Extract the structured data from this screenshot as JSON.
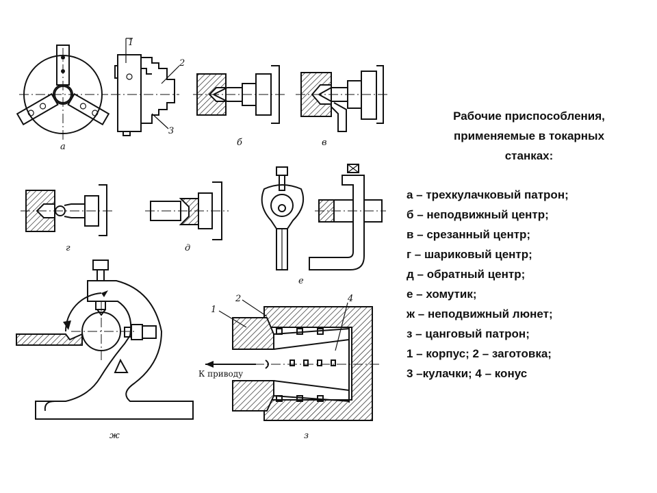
{
  "title_lines": [
    "Рабочие приспособления,",
    "применяемые в токарных",
    "станках:"
  ],
  "legend": [
    "а – трехкулачковый патрон;",
    "б – неподвижный центр;",
    "в – срезанный центр;",
    "г – шариковый центр;",
    "д – обратный центр;",
    "е – хомутик;",
    "ж – неподвижный люнет;",
    "з – цанговый патрон;",
    "1 – корпус; 2 – заготовка;",
    "3 –кулачки; 4 – конус"
  ],
  "figure_labels": {
    "a": "а",
    "b": "б",
    "v": "в",
    "g": "г",
    "d": "д",
    "e": "е",
    "zh": "ж",
    "z": "з"
  },
  "part_numbers": {
    "a_1": "1",
    "a_2": "2",
    "a_3": "3",
    "z_1": "1",
    "z_2": "2",
    "z_4": "4"
  },
  "drive_label": "К приводу"
}
